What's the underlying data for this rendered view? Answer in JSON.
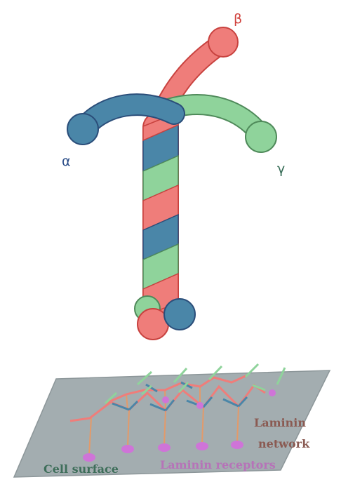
{
  "labels": {
    "alpha": "α",
    "beta": "β",
    "gamma": "γ",
    "network_line1": "Laminin",
    "network_line2": "network",
    "cell_surface": "Cell surface",
    "receptors": "Laminin receptors"
  },
  "colors": {
    "alpha": "#4a86a8",
    "alpha_outline": "#2b4e7a",
    "beta": "#ef7d7a",
    "beta_outline": "#c8423f",
    "gamma": "#8fd39b",
    "gamma_outline": "#4f8a5a",
    "alpha_text": "#2d4f8a",
    "beta_text": "#d0413c",
    "gamma_text": "#356b55",
    "sheet": "#a3adb0",
    "sheet_edge": "#8c9699",
    "receptor": "#cf74d8",
    "stalk": "#e39a6a",
    "network_text": "#8a5a52",
    "cell_surface_text": "#3e6e5a",
    "receptors_text": "#b673b8"
  },
  "icons": {
    "main": "laminin-trimer-icon",
    "network": "laminin-network-icon",
    "receptor": "receptor-dot-icon"
  }
}
